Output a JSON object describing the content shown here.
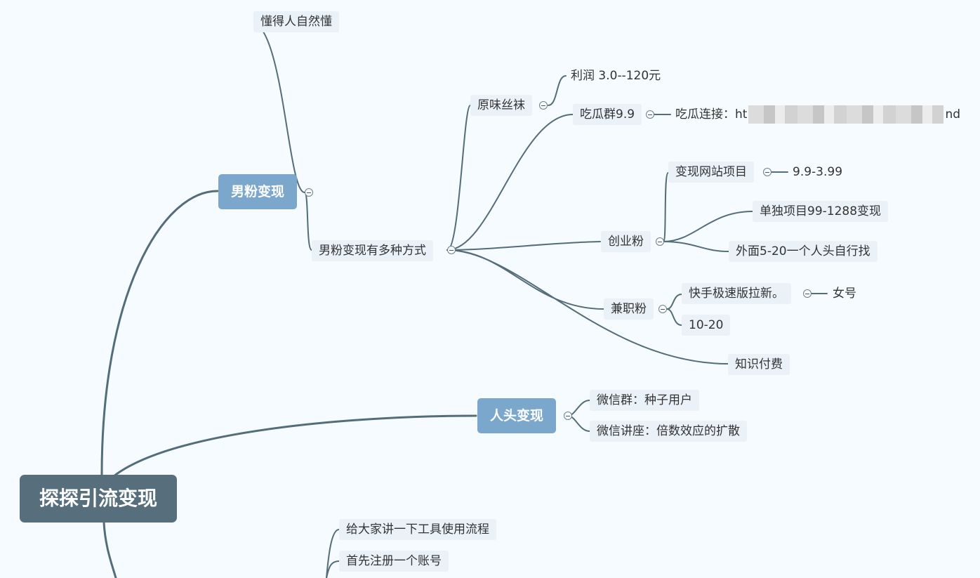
{
  "root": {
    "label": "探探引流变现"
  },
  "branch_male": {
    "label": "男粉变现",
    "note": "懂得人自然懂",
    "methods": {
      "label": "男粉变现有多种方式",
      "socks": {
        "label": "原味丝袜",
        "child": "利润 3.0--120元"
      },
      "gossip": {
        "label": "吃瓜群9.9",
        "link_prefix": "吃瓜连接：ht",
        "link_suffix": "nd"
      },
      "startup": {
        "label": "创业粉",
        "site": {
          "label": "变现网站项目",
          "child": "9.9-3.99"
        },
        "single": "单独项目99-1288变现",
        "outside": "外面5-20一个人头自行找"
      },
      "parttime": {
        "label": "兼职粉",
        "kuaishou": {
          "label": "快手极速版拉新。",
          "child": "女号"
        },
        "range": "10-20"
      },
      "paid": "知识付费"
    }
  },
  "branch_head": {
    "label": "人头变现",
    "items": [
      "微信群：种子用户",
      "微信讲座：倍数效应的扩散"
    ]
  },
  "branch_tool": {
    "items": [
      "给大家讲一下工具使用流程",
      "首先注册一个账号"
    ]
  },
  "colors": {
    "background": "#f5fbfe",
    "root": "#576f7c",
    "main_topic": "#7aa7cb",
    "sub_topic": "#eaf2f8",
    "line": "#546d79"
  }
}
